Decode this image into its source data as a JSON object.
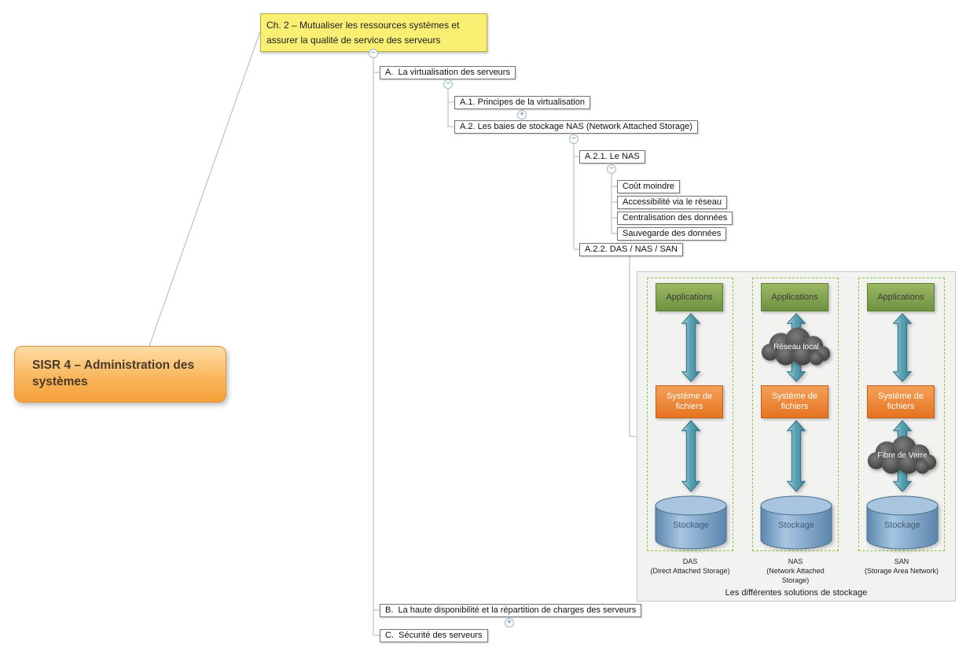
{
  "mindmap": {
    "root_label": "SISR 4 – Administration des systèmes",
    "topic_label": "Ch. 2 – Mutualiser les ressources systèmes et assurer la qualité de service des serveurs",
    "nodes": {
      "a_label": "A.  La virtualisation des serveurs",
      "a1_label": "A.1. Principes de la virtualisation",
      "a2_label": "A.2. Les baies de stockage NAS (Network Attached Storage)",
      "a21_label": "A.2.1. Le NAS",
      "a21_children": [
        "Coût moindre",
        "Accessibilité via le réseau",
        "Centralisation des données",
        "Sauvegarde des données"
      ],
      "a22_label": "A.2.2. DAS / NAS / SAN",
      "b_label": "B.  La haute disponibilité et la répartition de charges des serveurs",
      "c_label": "C.  Sécurité des serveurs"
    },
    "toggles": {
      "collapse": "−",
      "expand": "+"
    }
  },
  "diagram": {
    "caption": "Les différentes solutions de stockage",
    "columns": [
      {
        "app": "Applications",
        "fs": "Système de fichiers",
        "storage": "Stockage",
        "name": "DAS",
        "sub": "(Direct Attached Storage)"
      },
      {
        "app": "Applications",
        "fs": "Système de fichiers",
        "storage": "Stockage",
        "cloud": "Réseau local",
        "name": "NAS",
        "sub": "(Network Attached\nStorage)"
      },
      {
        "app": "Applications",
        "fs": "Système de fichiers",
        "storage": "Stockage",
        "cloud": "Fibre de Verre",
        "name": "SAN",
        "sub": "(Storage Area Network)"
      }
    ]
  }
}
